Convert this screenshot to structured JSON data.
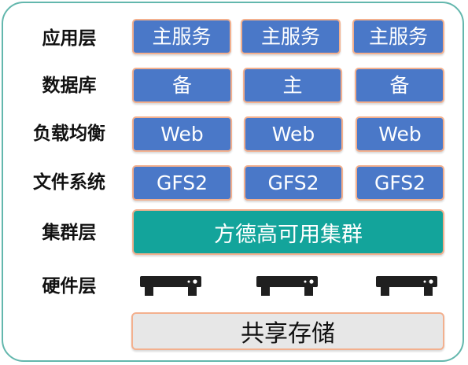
{
  "layers": {
    "application": {
      "label": "应用层",
      "items": [
        "主服务",
        "主服务",
        "主服务"
      ]
    },
    "database": {
      "label": "数据库",
      "items": [
        "备",
        "主",
        "备"
      ]
    },
    "load_balancing": {
      "label": "负载均衡",
      "items": [
        "Web",
        "Web",
        "Web"
      ]
    },
    "file_system": {
      "label": "文件系统",
      "items": [
        "GFS2",
        "GFS2",
        "GFS2"
      ]
    },
    "cluster": {
      "label": "集群层",
      "content": "方德高可用集群"
    },
    "hardware": {
      "label": "硬件层",
      "icon": "server-icon"
    }
  },
  "storage": {
    "label": "共享存储"
  },
  "colors": {
    "frame_border": "#63b7ad",
    "blue_box": "#4a78c8",
    "box_border": "#f3b08e",
    "cluster_box": "#13a49b",
    "storage_box": "#e7e7e7",
    "server_icon": "#1f1f1f"
  }
}
